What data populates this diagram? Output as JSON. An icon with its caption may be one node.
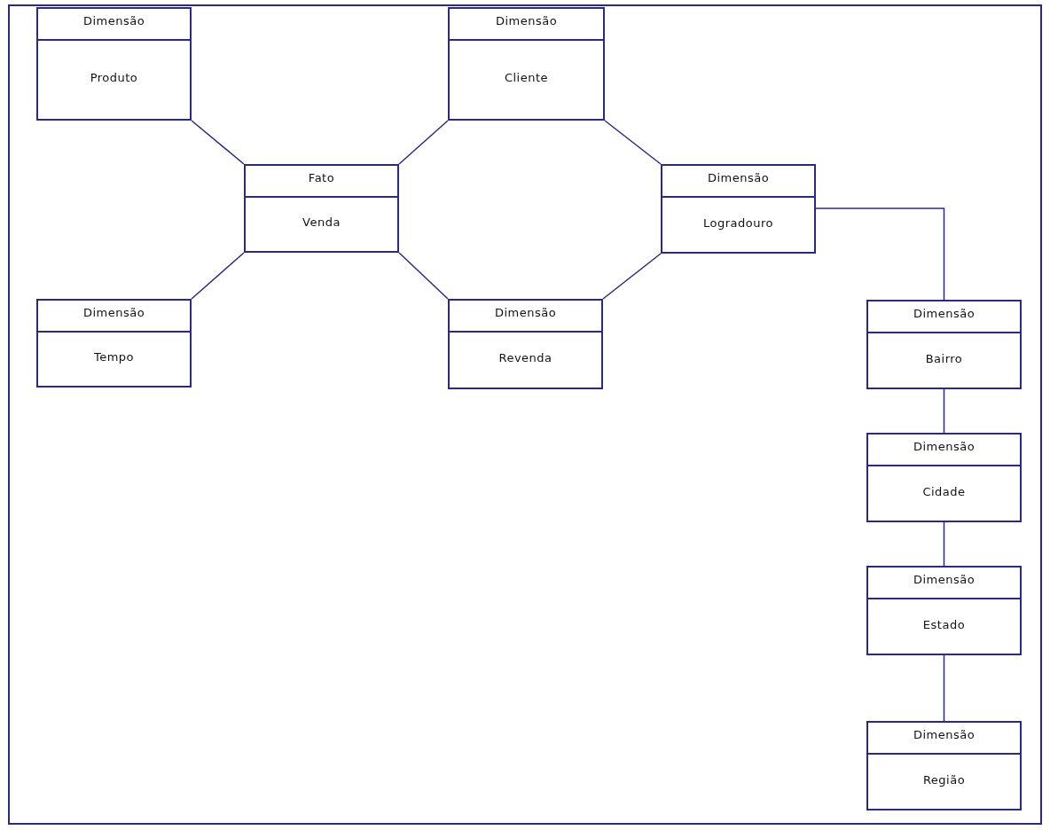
{
  "diagram": {
    "nodes": [
      {
        "text": [
          "Dimensão",
          "Produto"
        ]
      },
      {
        "text": [
          "Dimensão",
          "Cliente"
        ]
      },
      {
        "text": [
          "Fato",
          "Venda"
        ]
      },
      {
        "text": [
          "Dimensão",
          "Logradouro"
        ]
      },
      {
        "text": [
          "Dimensão",
          "Tempo"
        ]
      },
      {
        "text": [
          "Dimensão",
          "Revenda"
        ]
      },
      {
        "text": [
          "Dimensão",
          "Bairro"
        ]
      },
      {
        "text": [
          "Dimensão",
          "Cidade"
        ]
      },
      {
        "text": [
          "Dimensão",
          "Estado"
        ]
      },
      {
        "text": [
          "Dimensão",
          "Região"
        ]
      }
    ],
    "edges": [
      {
        "from": 0,
        "to": 2,
        "arrow": "none"
      },
      {
        "from": 1,
        "to": 2,
        "arrow": "none"
      },
      {
        "from": 2,
        "to": 4,
        "arrow": "none"
      },
      {
        "from": 2,
        "to": 5,
        "arrow": "none"
      },
      {
        "from": 1,
        "to": 3,
        "arrow": "none"
      },
      {
        "from": 3,
        "to": 5,
        "arrow": "none"
      },
      {
        "from": 3,
        "to": 6,
        "arrow": "none"
      },
      {
        "from": 6,
        "to": 7,
        "arrow": "none"
      },
      {
        "from": 7,
        "to": 8,
        "arrow": "none"
      },
      {
        "from": 8,
        "to": 9,
        "arrow": "none"
      }
    ]
  }
}
